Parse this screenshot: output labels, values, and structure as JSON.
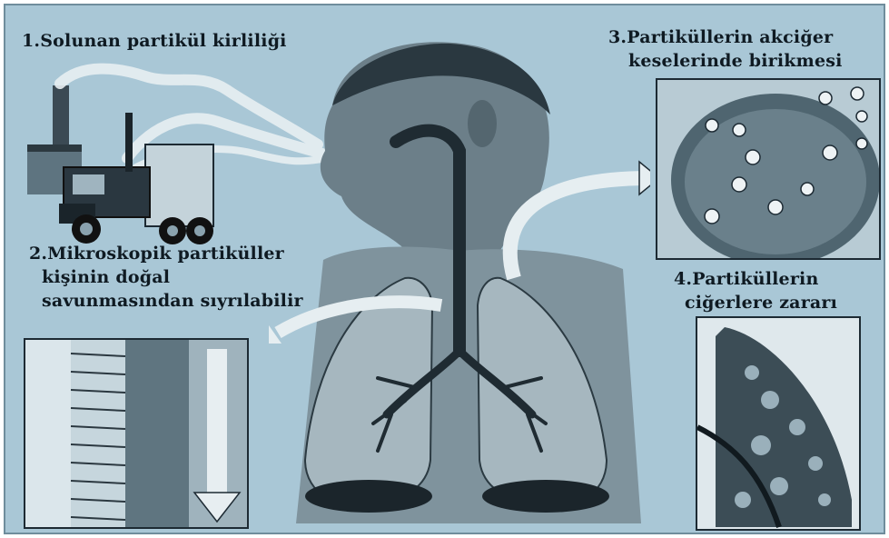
{
  "labels": {
    "step1": "1.Solunan partikül kirliliği",
    "step2_line1": "2.Mikroskopik partiküller",
    "step2_line2": "kişinin doğal",
    "step2_line3": "savunmasından sıyrılabilir",
    "step3_line1": "3.Partiküllerin akciğer",
    "step3_line2": "keselerinde birikmesi",
    "step4_line1": "4.Partiküllerin",
    "step4_line2": "ciğerlere zararı"
  },
  "colors": {
    "background": "#a9c7d6",
    "ink": "#0f1a22",
    "panel": "#d8e6ec"
  },
  "icons": {
    "factory": "factory-chimney-icon",
    "truck": "truck-icon",
    "head": "human-head-icon",
    "lungs": "lungs-icon",
    "arrow": "curved-arrow-icon"
  }
}
